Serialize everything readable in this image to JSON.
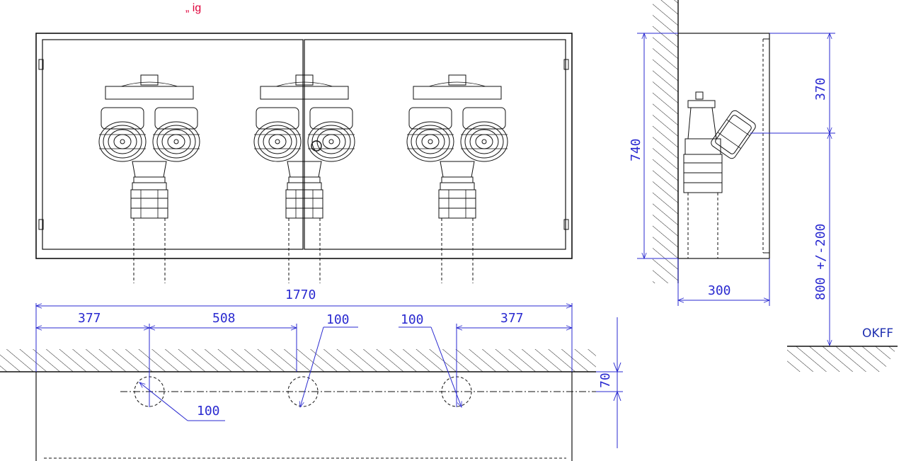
{
  "header": {
    "caption_fragment": "„ ig"
  },
  "front_view": {
    "pipes": [
      {
        "id": "left"
      },
      {
        "id": "center"
      },
      {
        "id": "right"
      }
    ]
  },
  "side_view": {
    "dim_height": "740",
    "dim_top": "370",
    "dim_floor": "800 +/-200",
    "dim_depth": "300",
    "floor_label": "OKFF"
  },
  "plan_view": {
    "dim_total": "1770",
    "dim_left": "377",
    "dim_middle": "508",
    "dim_right": "377",
    "dim_hole_1": "100",
    "dim_hole_2": "100",
    "dim_hole_3": "100",
    "dim_offset": "70"
  },
  "colors": {
    "dimension": "#2a2ad0",
    "outline": "#111111",
    "caption": "#e0003a"
  }
}
